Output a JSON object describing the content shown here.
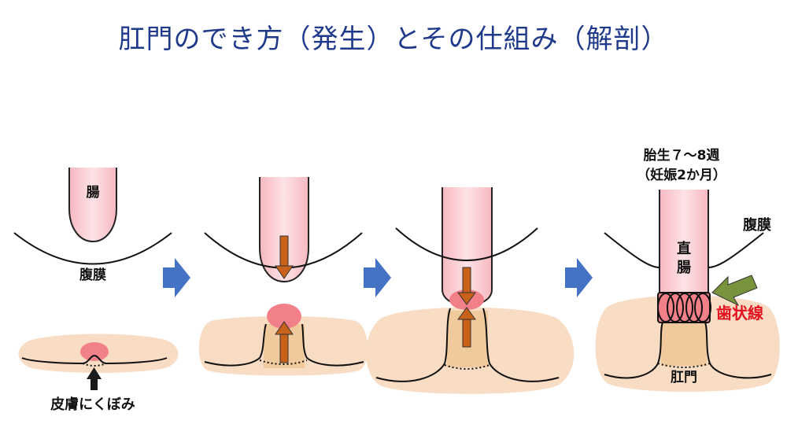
{
  "title": "肛門のでき方（発生）とその仕組み（解剖）",
  "stages": {
    "s1": {
      "intestine": "腸",
      "peritoneum": "腹膜",
      "skin_dimple": "皮膚にくぼみ"
    },
    "s4": {
      "period_line1": "胎生７～8週",
      "period_line2": "（妊娠2か月）",
      "peritoneum": "腹膜",
      "rectum_1": "直",
      "rectum_2": "腸",
      "dentate_line": "歯状線",
      "anus": "肛門"
    }
  },
  "colors": {
    "title": "#1f3a8a",
    "intestine": "#f9c9cf",
    "tissue": "#f8dcc4",
    "anal_canal": "#f0c99c",
    "red_spot": "#f28088",
    "brown_arrow": "#c8621a",
    "blue_arrow": "#4472c4",
    "green_arrow": "#77933c",
    "dentate_text": "#e3121e"
  }
}
